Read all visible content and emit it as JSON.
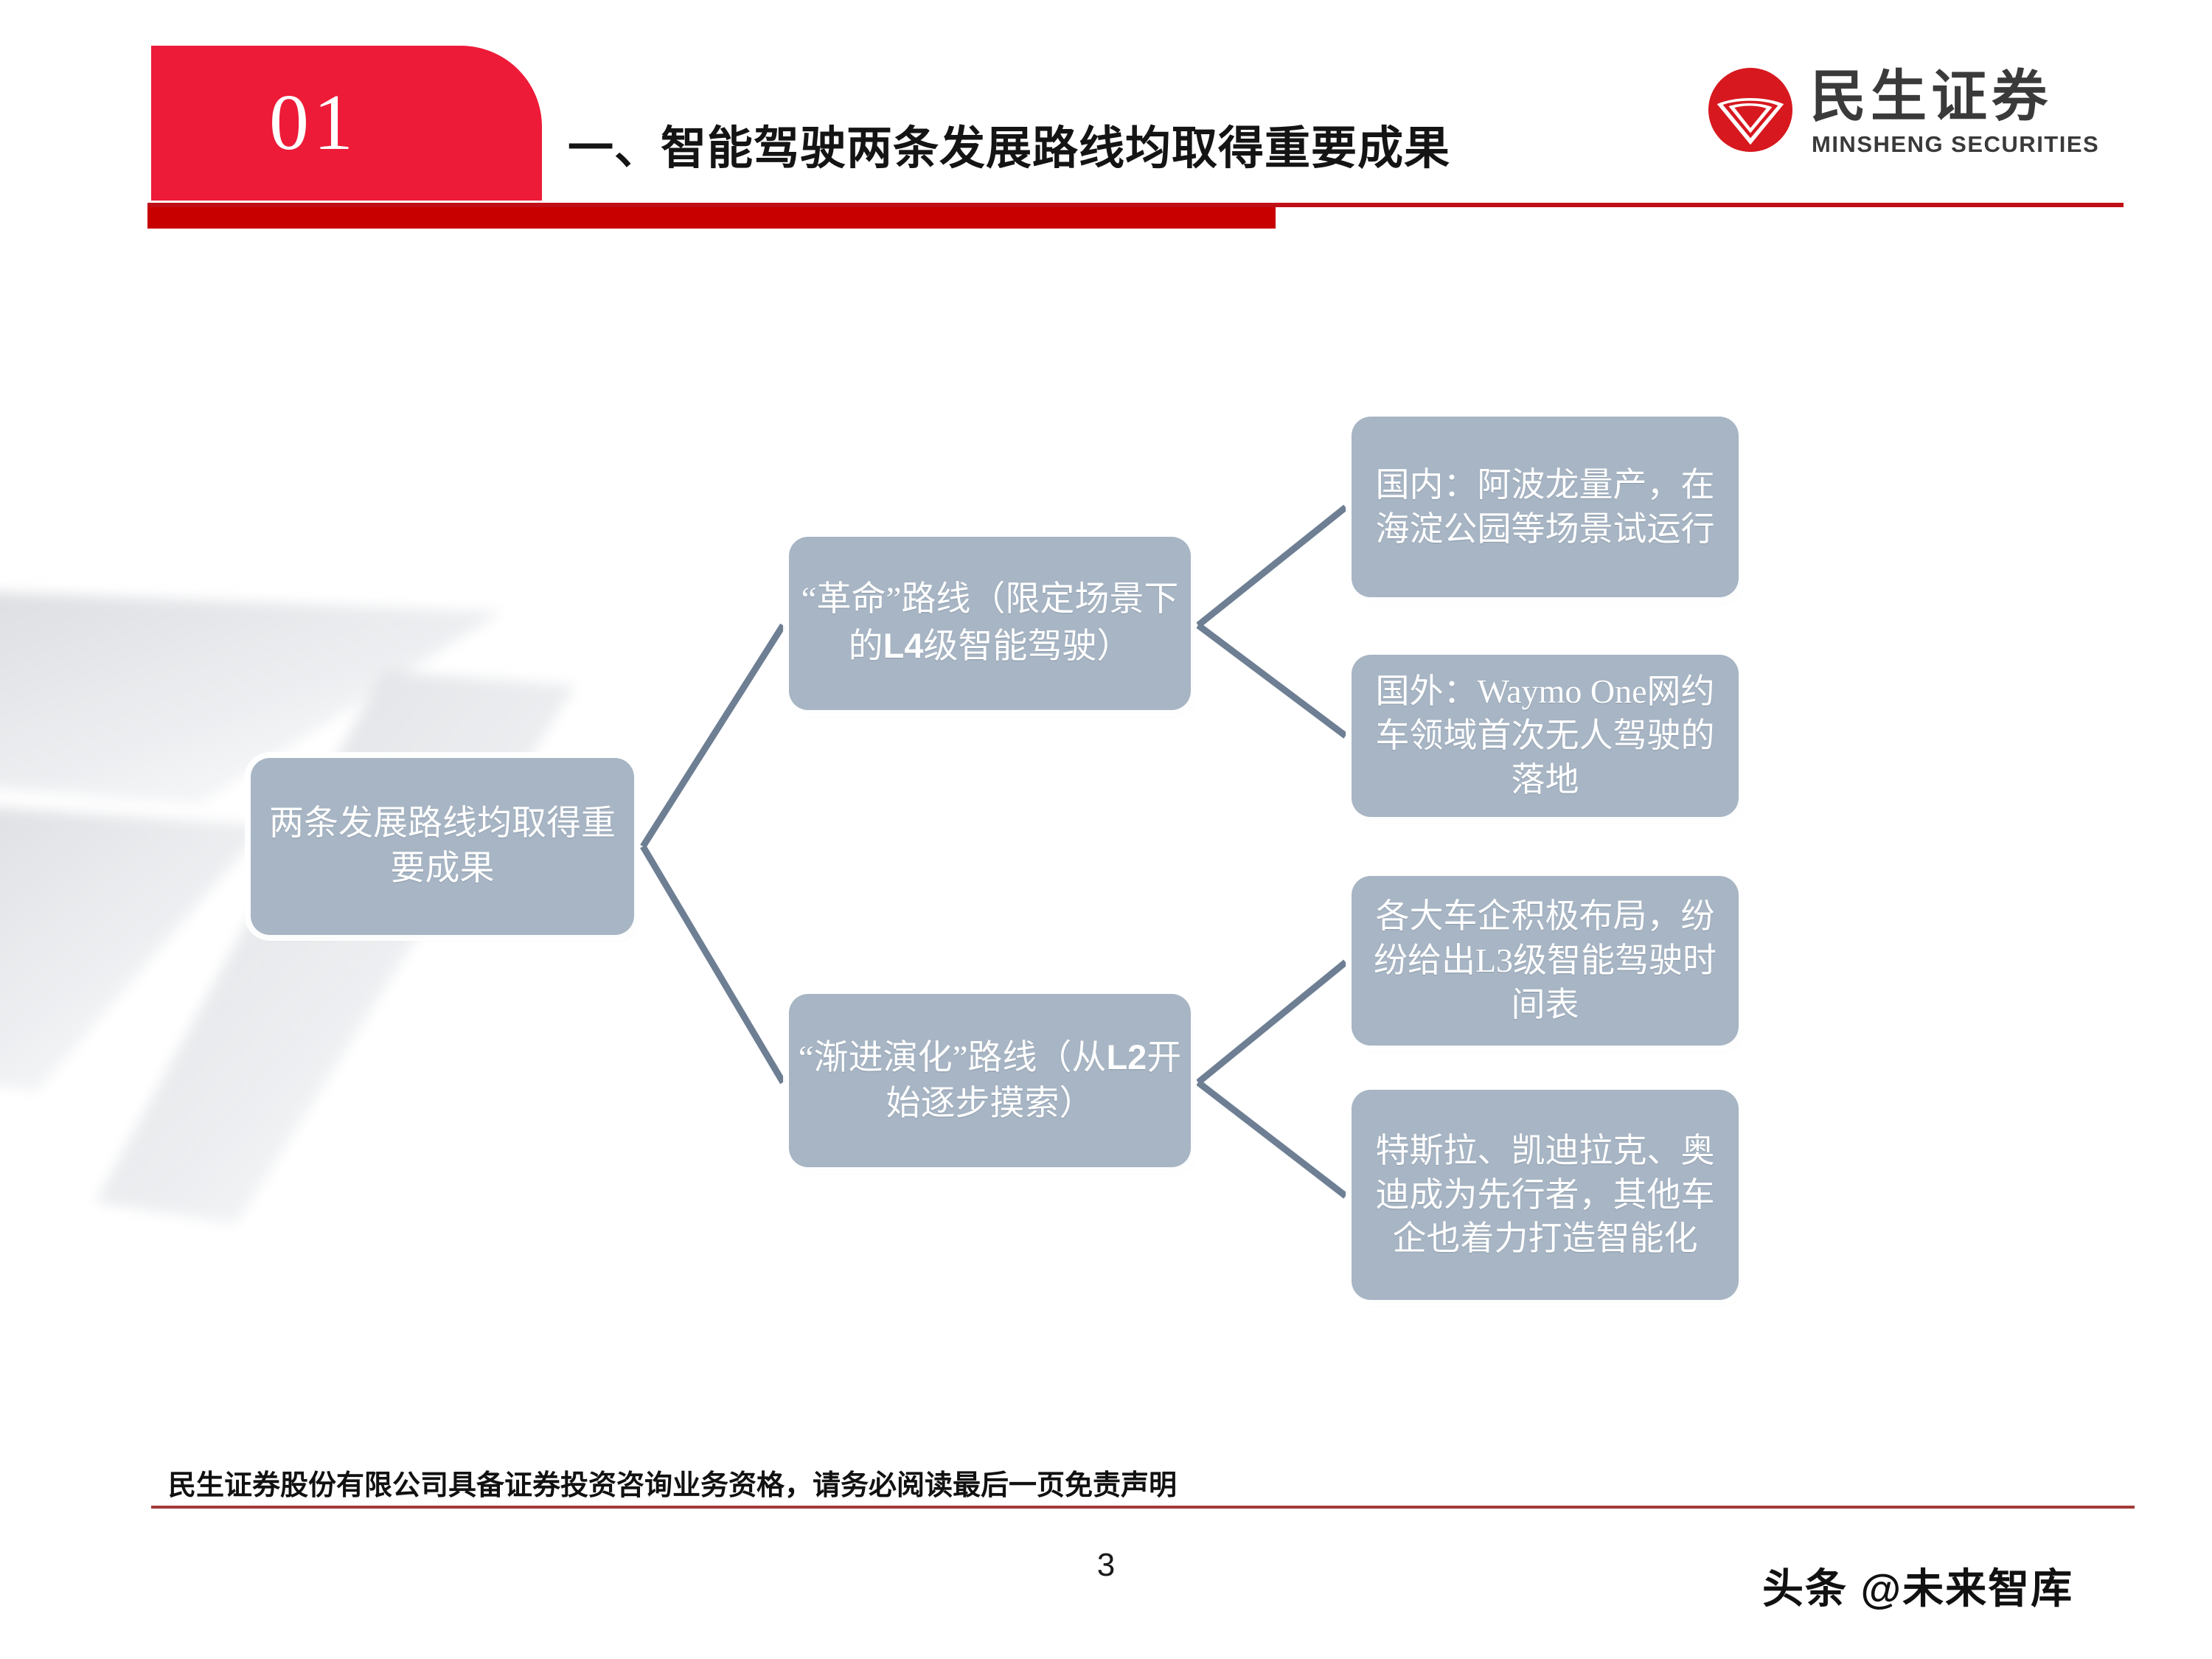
{
  "header": {
    "section_number": "01",
    "title": "一、智能驾驶两条发展路线均取得重要成果",
    "accent_color": "#ED1B38",
    "bar_color": "#C80000"
  },
  "logo": {
    "name_cn": "民生证券",
    "name_en": "MINSHENG SECURITIES",
    "mark_color": "#D7181F"
  },
  "diagram": {
    "node_fill": "#A7B5C4",
    "connector_color": "#6E7F94",
    "root": {
      "label": "两条发展路线均取得重要成果"
    },
    "branches": [
      {
        "label": "“革命”路线（限定场景下的L4级智能驾驶）",
        "label_pre": "“革命”路线（限定场",
        "label_bold": "L4",
        "label_mid": "景下的",
        "label_post": "级智能驾驶）",
        "leaves": [
          {
            "label": "国内：阿波龙量产，在海淀公园等场景试运行"
          },
          {
            "label": "国外：Waymo One网约车领域首次无人驾驶的落地"
          }
        ]
      },
      {
        "label": "“渐进演化”路线（从L2开始逐步摸索）",
        "label_pre": "“渐进演化”路线（从",
        "label_bold": "L2",
        "label_post": "开始逐步摸索）",
        "leaves": [
          {
            "label": "各大车企积极布局，纷纷给出L3级智能驾驶时间表"
          },
          {
            "label": "特斯拉、凯迪拉克、奥迪成为先行者，其他车企也着力打造智能化"
          }
        ]
      }
    ]
  },
  "footer": {
    "disclaimer": "民生证券股份有限公司具备证券投资咨询业务资格，请务必阅读最后一页免责声明",
    "page_number": "3",
    "watermark": "头条 @未来智库",
    "rule_color": "#A03A36"
  }
}
